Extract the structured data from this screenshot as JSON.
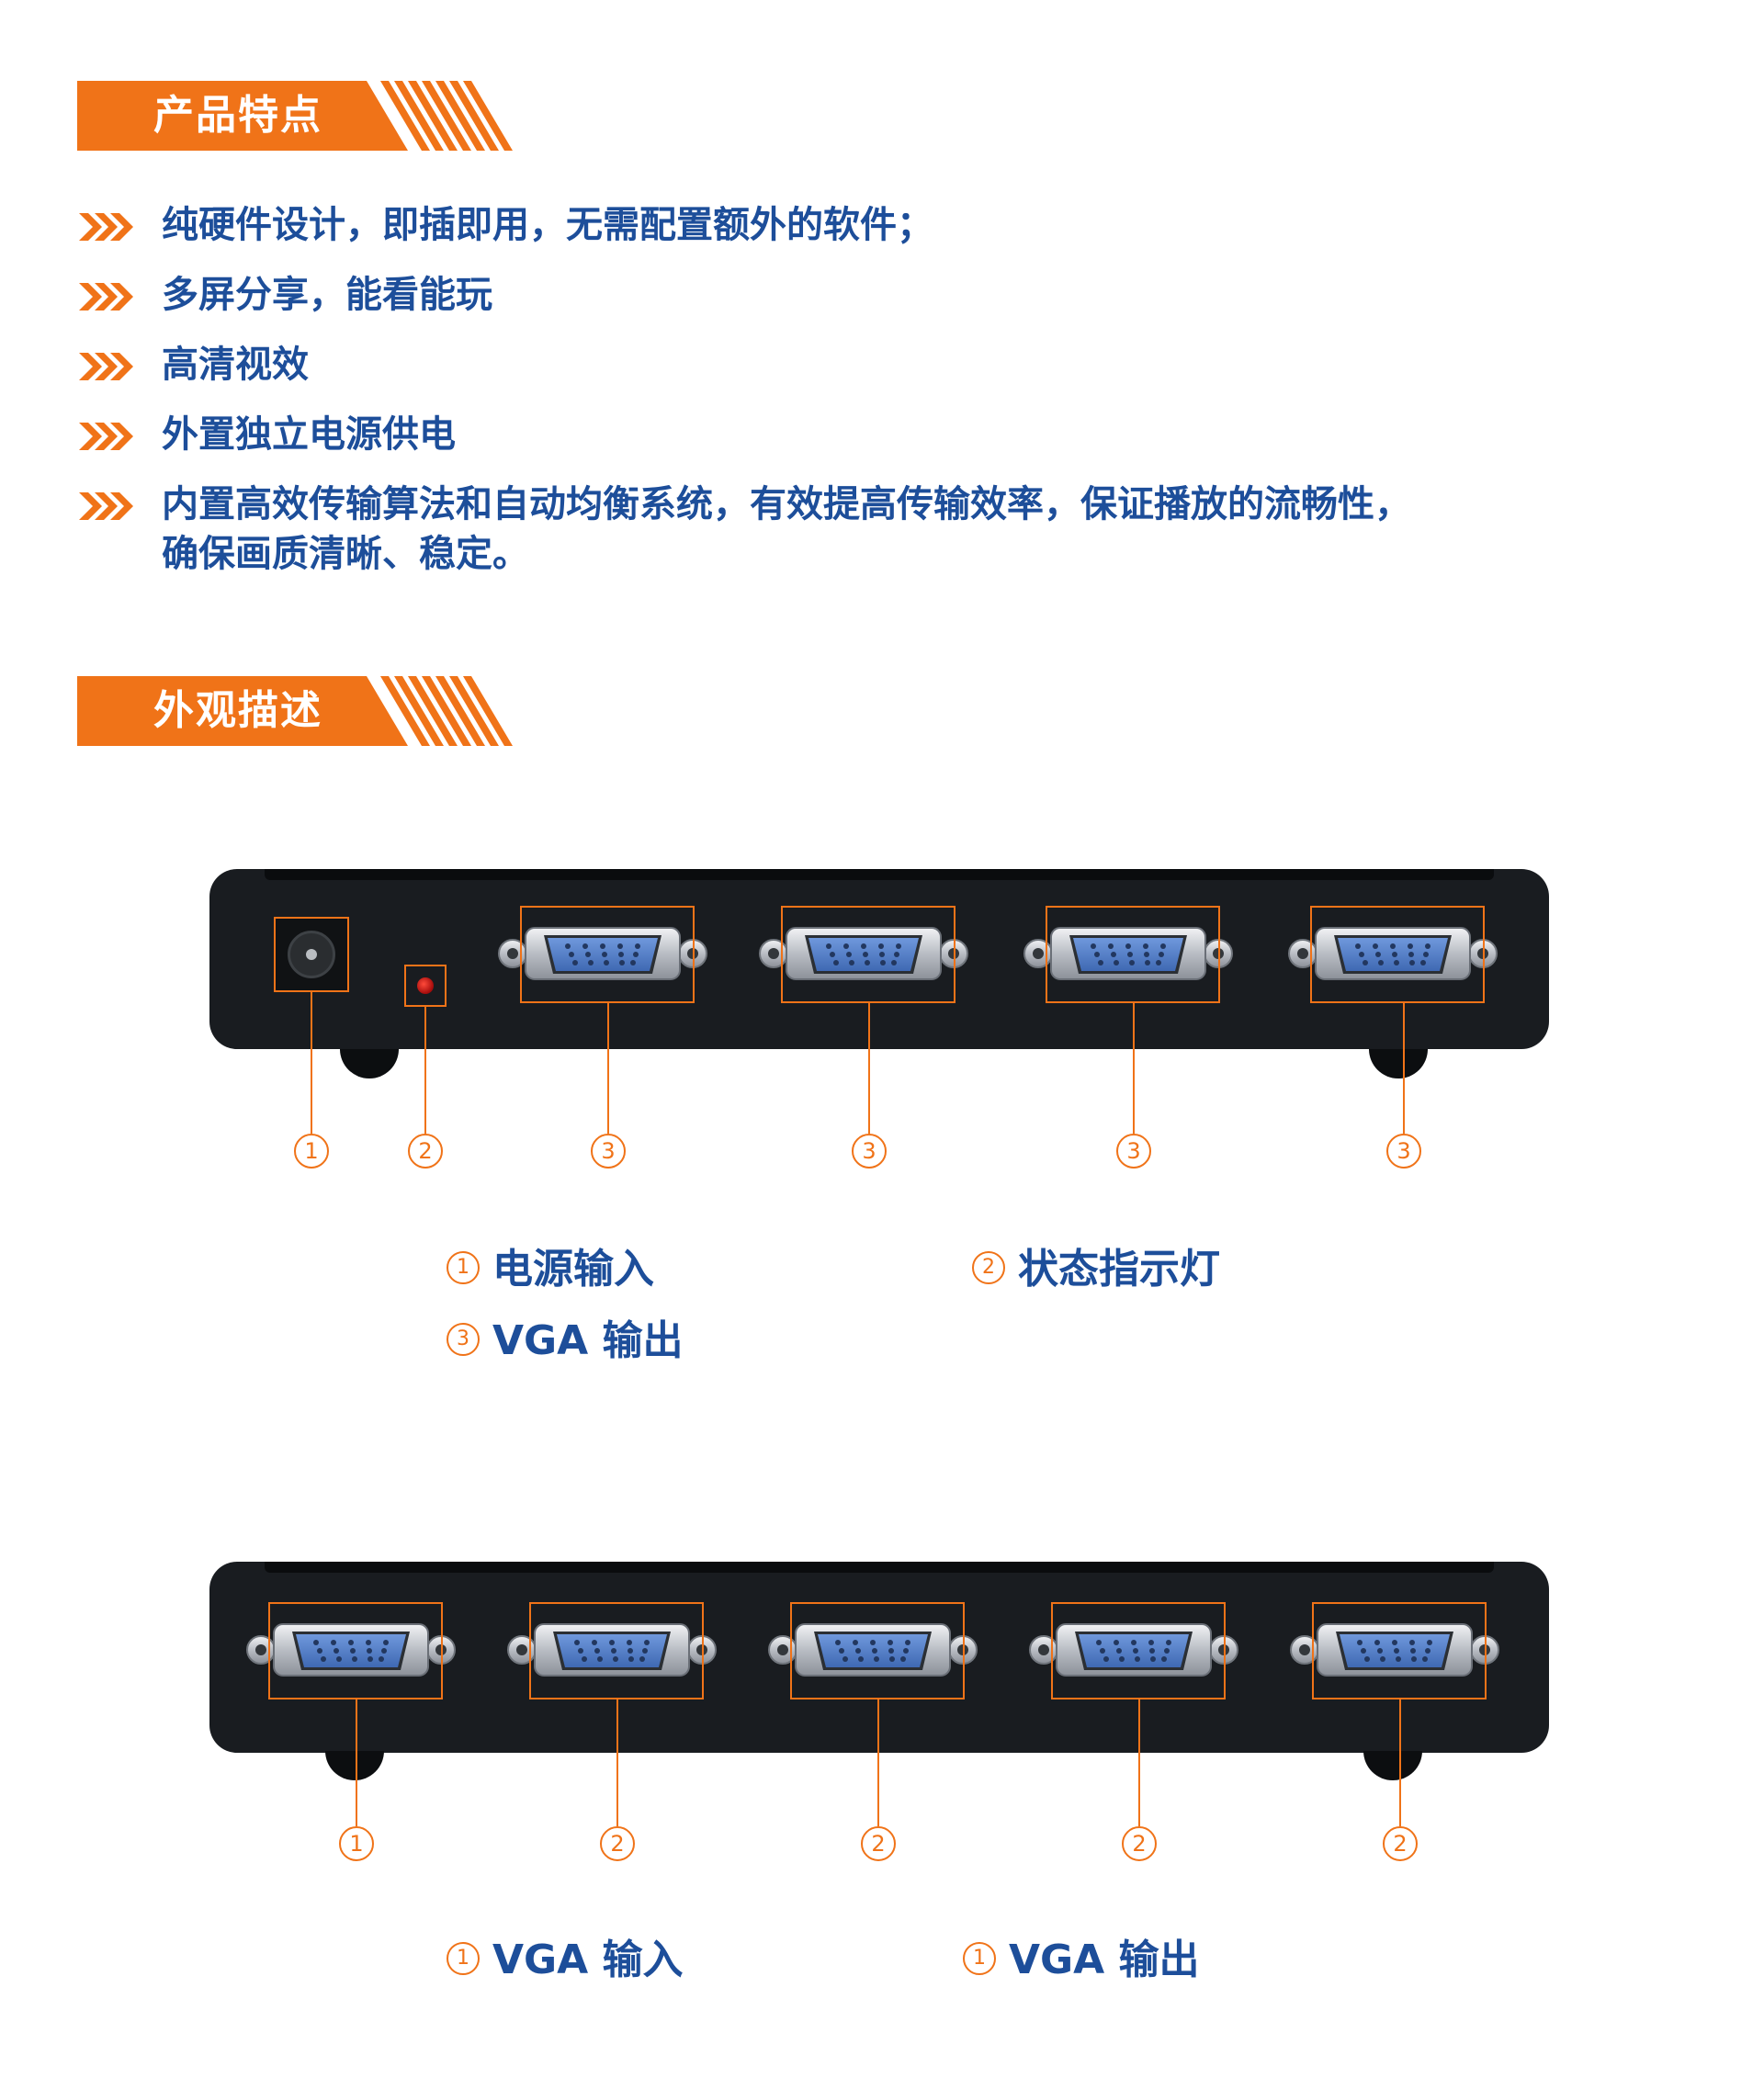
{
  "sections": {
    "features_title": "产品特点",
    "appearance_title": "外观描述"
  },
  "features": [
    "纯硬件设计，即插即用，无需配置额外的软件；",
    "多屏分享，能看能玩",
    "高清视效",
    "外置独立电源供电",
    "内置高效传输算法和自动均衡系统，有效提高传输效率，保证播放的流畅性，",
    "确保画质清晰、稳定。"
  ],
  "device1": {
    "callouts": [
      "1",
      "2",
      "3",
      "3",
      "3",
      "3"
    ],
    "legend": [
      {
        "num": "1",
        "label": "电源输入"
      },
      {
        "num": "2",
        "label": "状态指示灯"
      },
      {
        "num": "3",
        "label": "VGA 输出"
      }
    ]
  },
  "device2": {
    "callouts": [
      "1",
      "2",
      "2",
      "2",
      "2"
    ],
    "legend": [
      {
        "num": "1",
        "label": "VGA 输入"
      },
      {
        "num": "1",
        "label": "VGA 输出"
      }
    ]
  },
  "colors": {
    "accent": "#f07318",
    "text": "#1d4e9a",
    "device": "#191c20",
    "port_blue": "#4d7ac4"
  },
  "icons": {
    "feature_bullet": "triple-chevron-right-icon"
  }
}
